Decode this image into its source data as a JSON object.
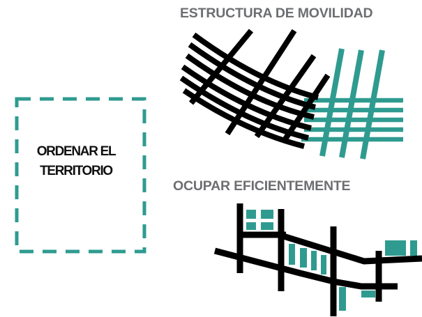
{
  "labels": {
    "center_line1": "ORDENAR EL",
    "center_line2": "TERRITORIO",
    "top_title": "ESTRUCTURA DE MOVILIDAD",
    "bottom_title": "OCUPAR EFICIENTEMENTE"
  },
  "colors": {
    "accent": "#2f9b90",
    "line": "#000000",
    "title_gray": "#6d6e71"
  },
  "icons": [
    "mobility-grid-icon",
    "occupation-blocks-icon"
  ]
}
